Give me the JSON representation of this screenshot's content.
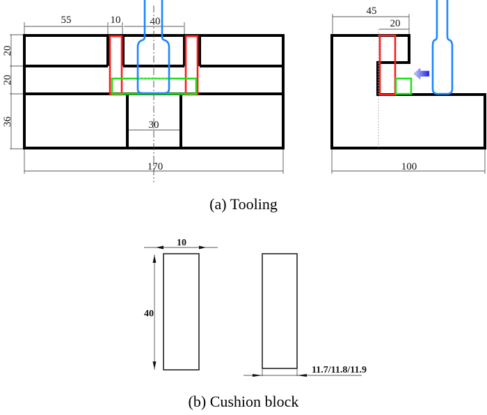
{
  "figure": {
    "panel_a": {
      "caption": "(a)  Tooling",
      "front_view": {
        "dimensions": {
          "top_left_width": "55",
          "pillar_width": "10",
          "probe_gap_width": "40",
          "row1_height": "20",
          "row2_height": "20",
          "row3_height": "36",
          "lower_slot_width": "30",
          "total_width": "170"
        }
      },
      "side_view": {
        "dimensions": {
          "top_width": "45",
          "pillar_width": "20",
          "total_width": "100"
        }
      }
    },
    "panel_b": {
      "caption": "(b)  Cushion block",
      "original_block": {
        "width": "10",
        "height": "40"
      },
      "compressed_block": {
        "width_label": "11.7/11.8/11.9"
      }
    },
    "colors": {
      "cushion_block": "#ff1a1a",
      "specimen": "#22e01a",
      "probe": "#1a85ff",
      "tooling": "#000000"
    }
  }
}
